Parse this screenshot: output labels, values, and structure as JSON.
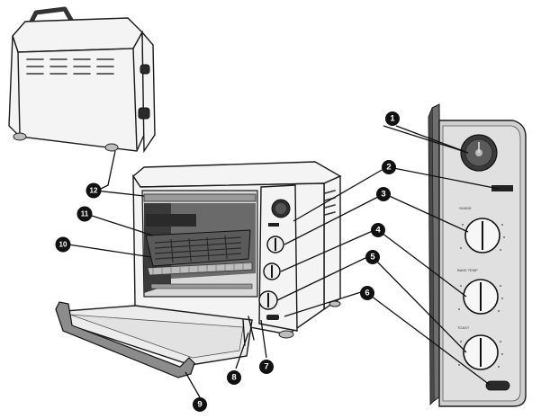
{
  "callouts": [
    {
      "id": "1",
      "label": "1"
    },
    {
      "id": "2",
      "label": "2"
    },
    {
      "id": "3",
      "label": "3"
    },
    {
      "id": "4",
      "label": "4"
    },
    {
      "id": "5",
      "label": "5"
    },
    {
      "id": "6",
      "label": "6"
    },
    {
      "id": "7",
      "label": "7"
    },
    {
      "id": "8",
      "label": "8"
    },
    {
      "id": "9",
      "label": "9"
    },
    {
      "id": "10",
      "label": "10"
    },
    {
      "id": "11",
      "label": "11"
    },
    {
      "id": "12",
      "label": "12"
    }
  ],
  "control_panel": {
    "knob_labels": [
      "SHADE",
      "BAKE TEMP",
      "TOAST"
    ]
  },
  "colors": {
    "line": "#1a1a1a",
    "body": "#f4f4f4",
    "badge": "#111111"
  }
}
